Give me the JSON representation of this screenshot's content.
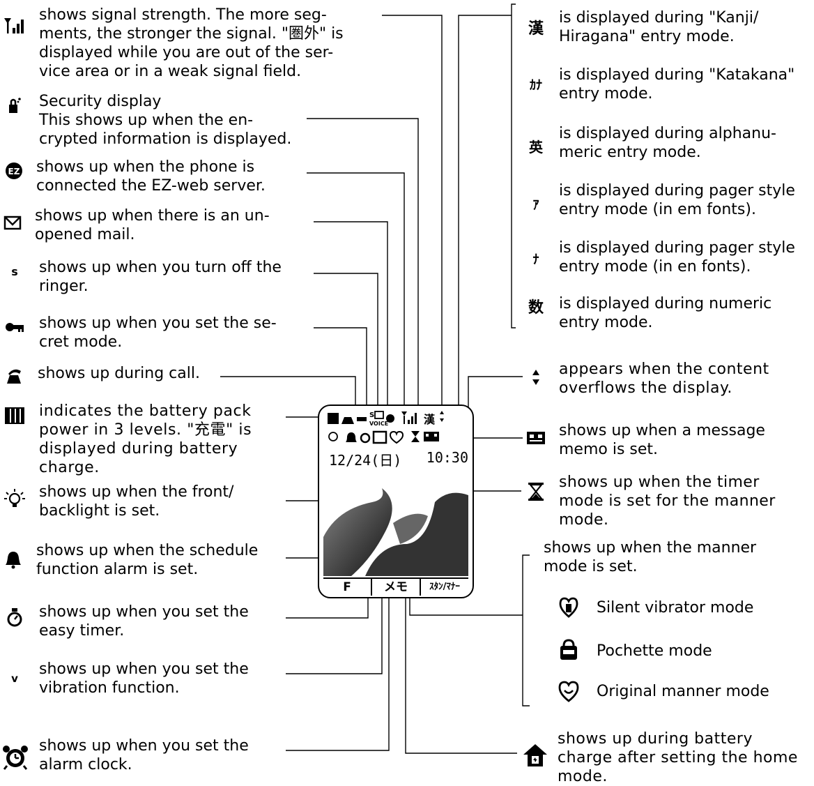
{
  "left": [
    {
      "icon": "signal-strength-icon",
      "text": "shows signal strength.  The more seg-\nments, the stronger the signal.  \"圏外\" is\ndisplayed while you are out of the ser-\nvice area or in a weak signal field."
    },
    {
      "icon": "security-icon",
      "text": "Security display\nThis shows up when the en-\ncrypted information is displayed."
    },
    {
      "icon": "ez-web-icon",
      "text": "shows up when the phone is\nconnected the EZ-web server."
    },
    {
      "icon": "mail-icon",
      "text": "shows up when there is an un-\nopened mail."
    },
    {
      "icon": "ringer-off-icon",
      "glyph": "s",
      "text": "shows up when you turn off the\nringer."
    },
    {
      "icon": "secret-mode-key-icon",
      "text": "shows up when you set the se-\ncret mode."
    },
    {
      "icon": "in-call-icon",
      "text": "shows up during call."
    },
    {
      "icon": "battery-icon",
      "text": "indicates the battery pack\npower in 3 levels.  \"充電\" is\ndisplayed during battery\ncharge."
    },
    {
      "icon": "backlight-icon",
      "text": "shows up when the front/\nbacklight is set."
    },
    {
      "icon": "schedule-alarm-bell-icon",
      "text": "shows up when the schedule\nfunction alarm is set."
    },
    {
      "icon": "easy-timer-icon",
      "text": "shows up when you set the\neasy timer."
    },
    {
      "icon": "vibration-icon",
      "glyph": "v",
      "text": "shows up when you set the\nvibration function."
    },
    {
      "icon": "alarm-clock-icon",
      "text": "shows up when you set the\nalarm clock."
    }
  ],
  "right": [
    {
      "icon": "kanji-mode-icon",
      "glyph": "漢",
      "text": "is displayed during \"Kanji/\nHiragana\" entry mode."
    },
    {
      "icon": "katakana-mode-icon",
      "glyph": "ｶﾅ",
      "text": "is displayed during \"Katakana\"\nentry mode."
    },
    {
      "icon": "alphanumeric-mode-icon",
      "glyph": "英",
      "text": "is displayed during alphanu-\nmeric entry mode."
    },
    {
      "icon": "pager-em-mode-icon",
      "glyph": "ｱ",
      "text": "is displayed during pager style\nentry mode (in em fonts)."
    },
    {
      "icon": "pager-en-mode-icon",
      "glyph": "ﾅ",
      "text": "is displayed during pager style\nentry mode (in en fonts)."
    },
    {
      "icon": "numeric-mode-icon",
      "glyph": "数",
      "text": "is displayed during numeric\nentry mode."
    },
    {
      "icon": "scroll-arrows-icon",
      "text": "appears when the content\noverflows the display."
    },
    {
      "icon": "message-memo-icon",
      "text": "shows up when a message\nmemo is set."
    },
    {
      "icon": "hourglass-timer-icon",
      "text": "shows up when the timer\nmode is set for the manner\nmode."
    },
    {
      "icon": "home-mode-icon",
      "text": "shows up during battery\ncharge after setting the home\nmode."
    }
  ],
  "manner": {
    "title": "shows up when the manner\nmode is set.",
    "modes": [
      {
        "icon": "silent-vibrator-icon",
        "label": "Silent vibrator mode"
      },
      {
        "icon": "pochette-icon",
        "label": "Pochette mode"
      },
      {
        "icon": "original-manner-icon",
        "label": "Original manner mode"
      }
    ]
  },
  "phone": {
    "clock_date": "12/24(日)",
    "clock_time": "10:30",
    "softkeys": [
      "F",
      "メモ",
      "ｽﾀﾝ/ﾏﾅｰ"
    ]
  }
}
